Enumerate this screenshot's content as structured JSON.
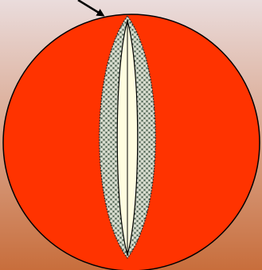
{
  "colors": {
    "background_top": "#eadcdc",
    "background_bottom": "#c86e3c",
    "sphere_fill": "#ff3300",
    "sphere_stroke": "#000000",
    "mesh_base": "#b0b8a8",
    "mesh_dot_light": "#e8ece0",
    "mesh_dot_dark": "#2f4a3a",
    "inner_fill": "#fffde0",
    "arrow": "#000000"
  },
  "shapes": [
    "arrow-pointer",
    "red-sphere",
    "textured-mesh-lens",
    "pale-inner-lens",
    "center-line"
  ]
}
